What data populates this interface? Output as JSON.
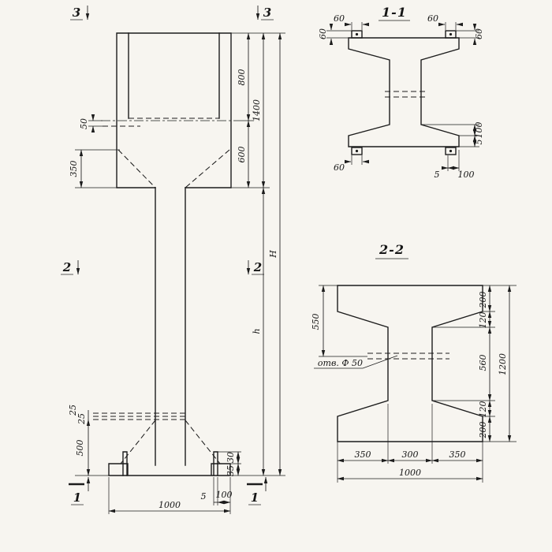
{
  "colors": {
    "ink": "#1c1c1c",
    "paper": "#f7f5f0"
  },
  "drawing": {
    "elevation": {
      "markers": {
        "m3_left": "3",
        "m3_right": "3",
        "m2_left": "2",
        "m2_right": "2",
        "m1_left": "1",
        "m1_right": "1"
      },
      "dims": {
        "offset_50": "50",
        "taper_350": "350",
        "gap_25a": "25",
        "gap_25b": "25",
        "base_500": "500",
        "head_800": "800",
        "head_1400": "1400",
        "neck_600": "600",
        "total_H": "H",
        "shaft_h": "h",
        "width_1000": "1000",
        "foot_5": "5",
        "foot_100": "100",
        "foot_30": "30",
        "foot_35": "35"
      }
    },
    "section11": {
      "title": "1-1",
      "dims": {
        "tl_h": "60",
        "tl_v": "60",
        "tr_h": "60",
        "tr_v": "60",
        "bl_60": "60",
        "b_5": "5",
        "b_100": "100",
        "r_100": "100",
        "r_5": "5"
      }
    },
    "section22": {
      "title": "2-2",
      "hole_label": "отв. Ф 50",
      "dims": {
        "l_550": "550",
        "r_200t": "200",
        "r_120t": "120",
        "r_560": "560",
        "r_120b": "120",
        "r_200b": "200",
        "r_1200": "1200",
        "b_350l": "350",
        "b_300": "300",
        "b_350r": "350",
        "b_1000": "1000"
      }
    }
  }
}
